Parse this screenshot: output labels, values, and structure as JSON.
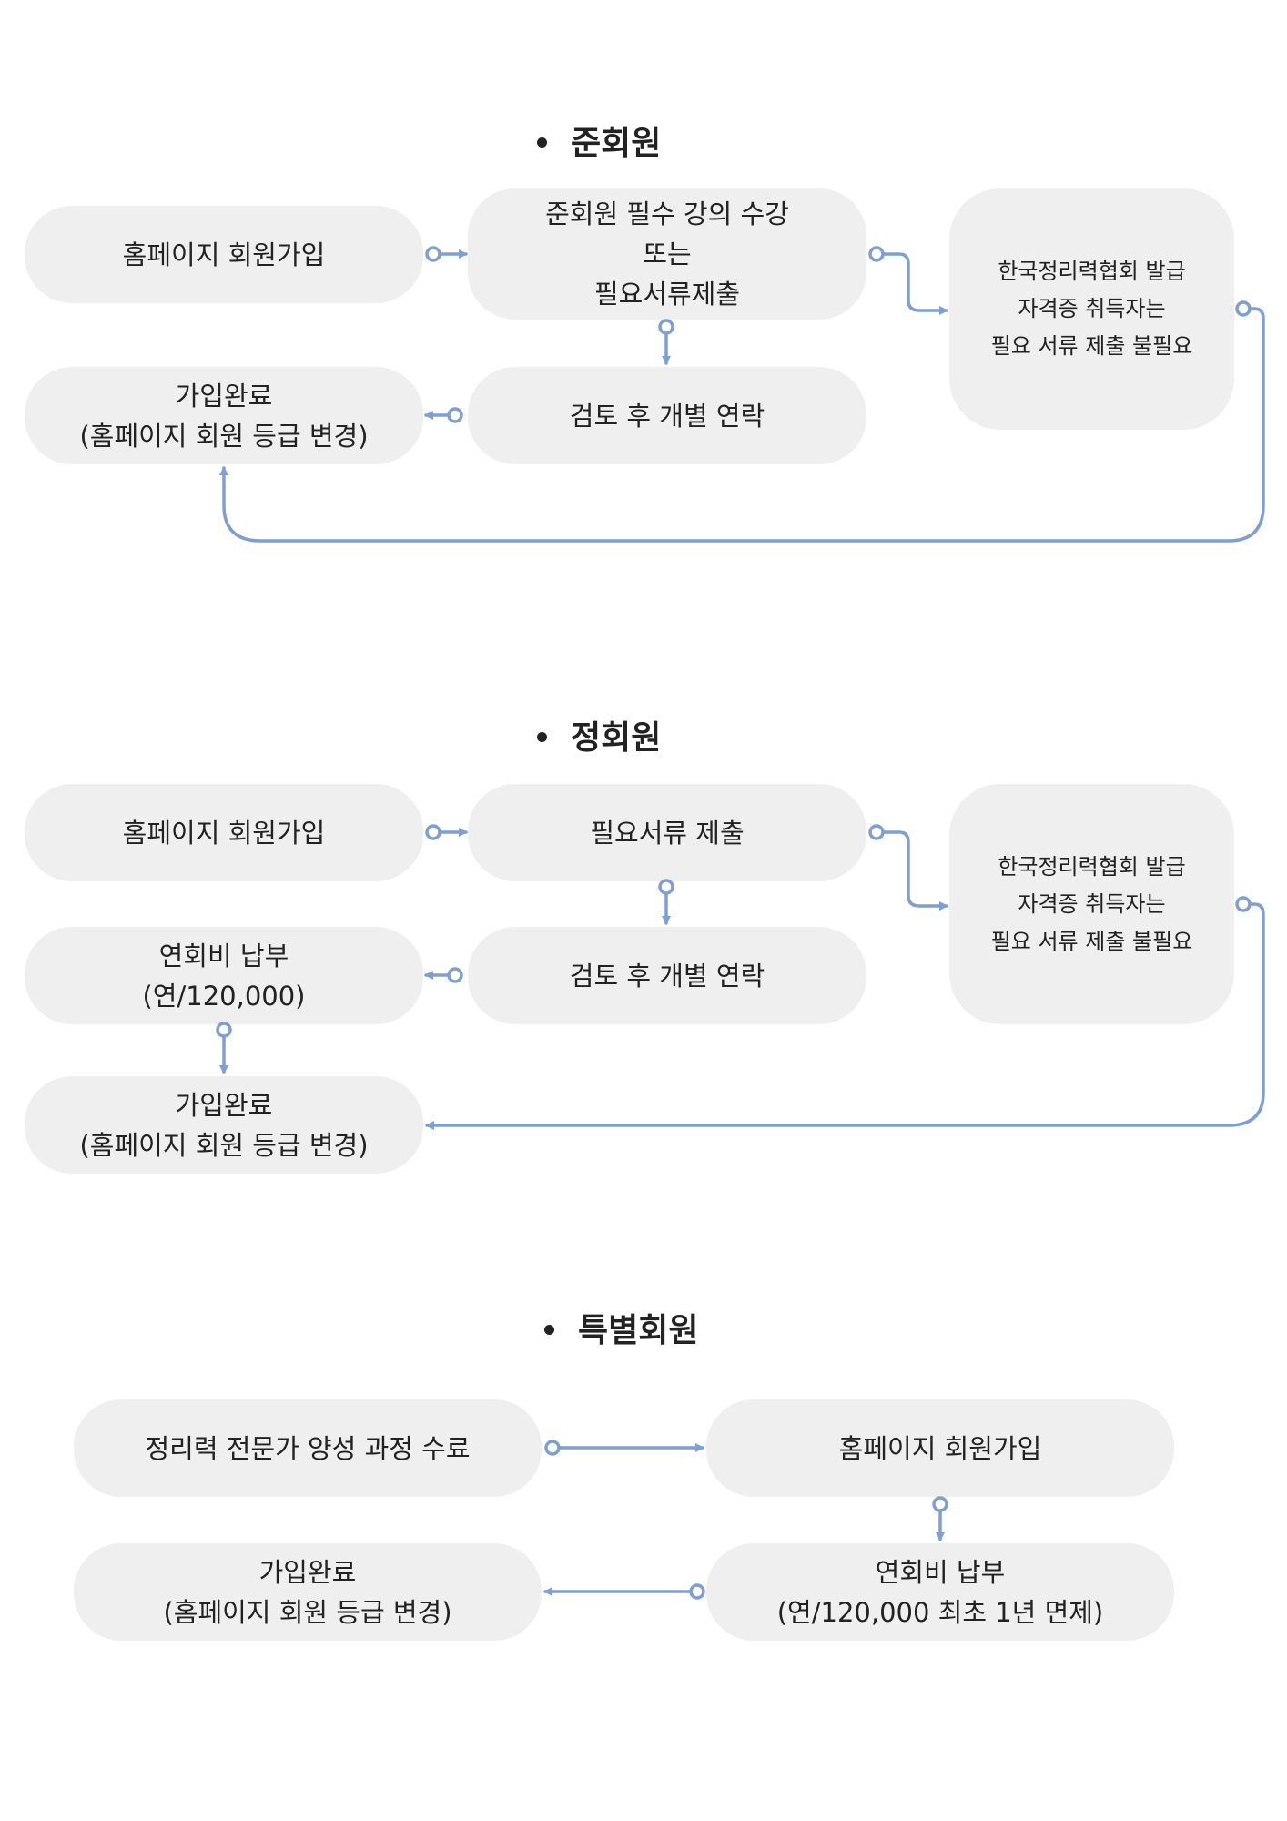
{
  "colors": {
    "box_fill": "#efefef",
    "connector": "#7f9fd3",
    "text": "#222222"
  },
  "sections": {
    "associate": {
      "title": "준회원",
      "signup": "홈페이지 회원가입",
      "course": "준회원 필수 강의 수강\n또는\n필요서류제출",
      "cert": "한국정리력협회 발급\n자격증 취득자는\n필요 서류 제출 불필요",
      "review": "검토 후 개별 연락",
      "complete": "가입완료\n(홈페이지 회원 등급 변경)"
    },
    "regular": {
      "title": "정회원",
      "signup": "홈페이지 회원가입",
      "docs": "필요서류 제출",
      "cert": "한국정리력협회 발급\n자격증 취득자는\n필요 서류 제출 불필요",
      "fee": "연회비 납부\n(연/120,000)",
      "review": "검토 후 개별 연락",
      "complete": "가입완료\n(홈페이지 회원 등급 변경)"
    },
    "special": {
      "title": "특별회원",
      "course": "정리력 전문가 양성 과정 수료",
      "signup": "홈페이지 회원가입",
      "complete": "가입완료\n(홈페이지 회원 등급 변경)",
      "fee": "연회비 납부\n(연/120,000 최초 1년 면제)"
    }
  }
}
